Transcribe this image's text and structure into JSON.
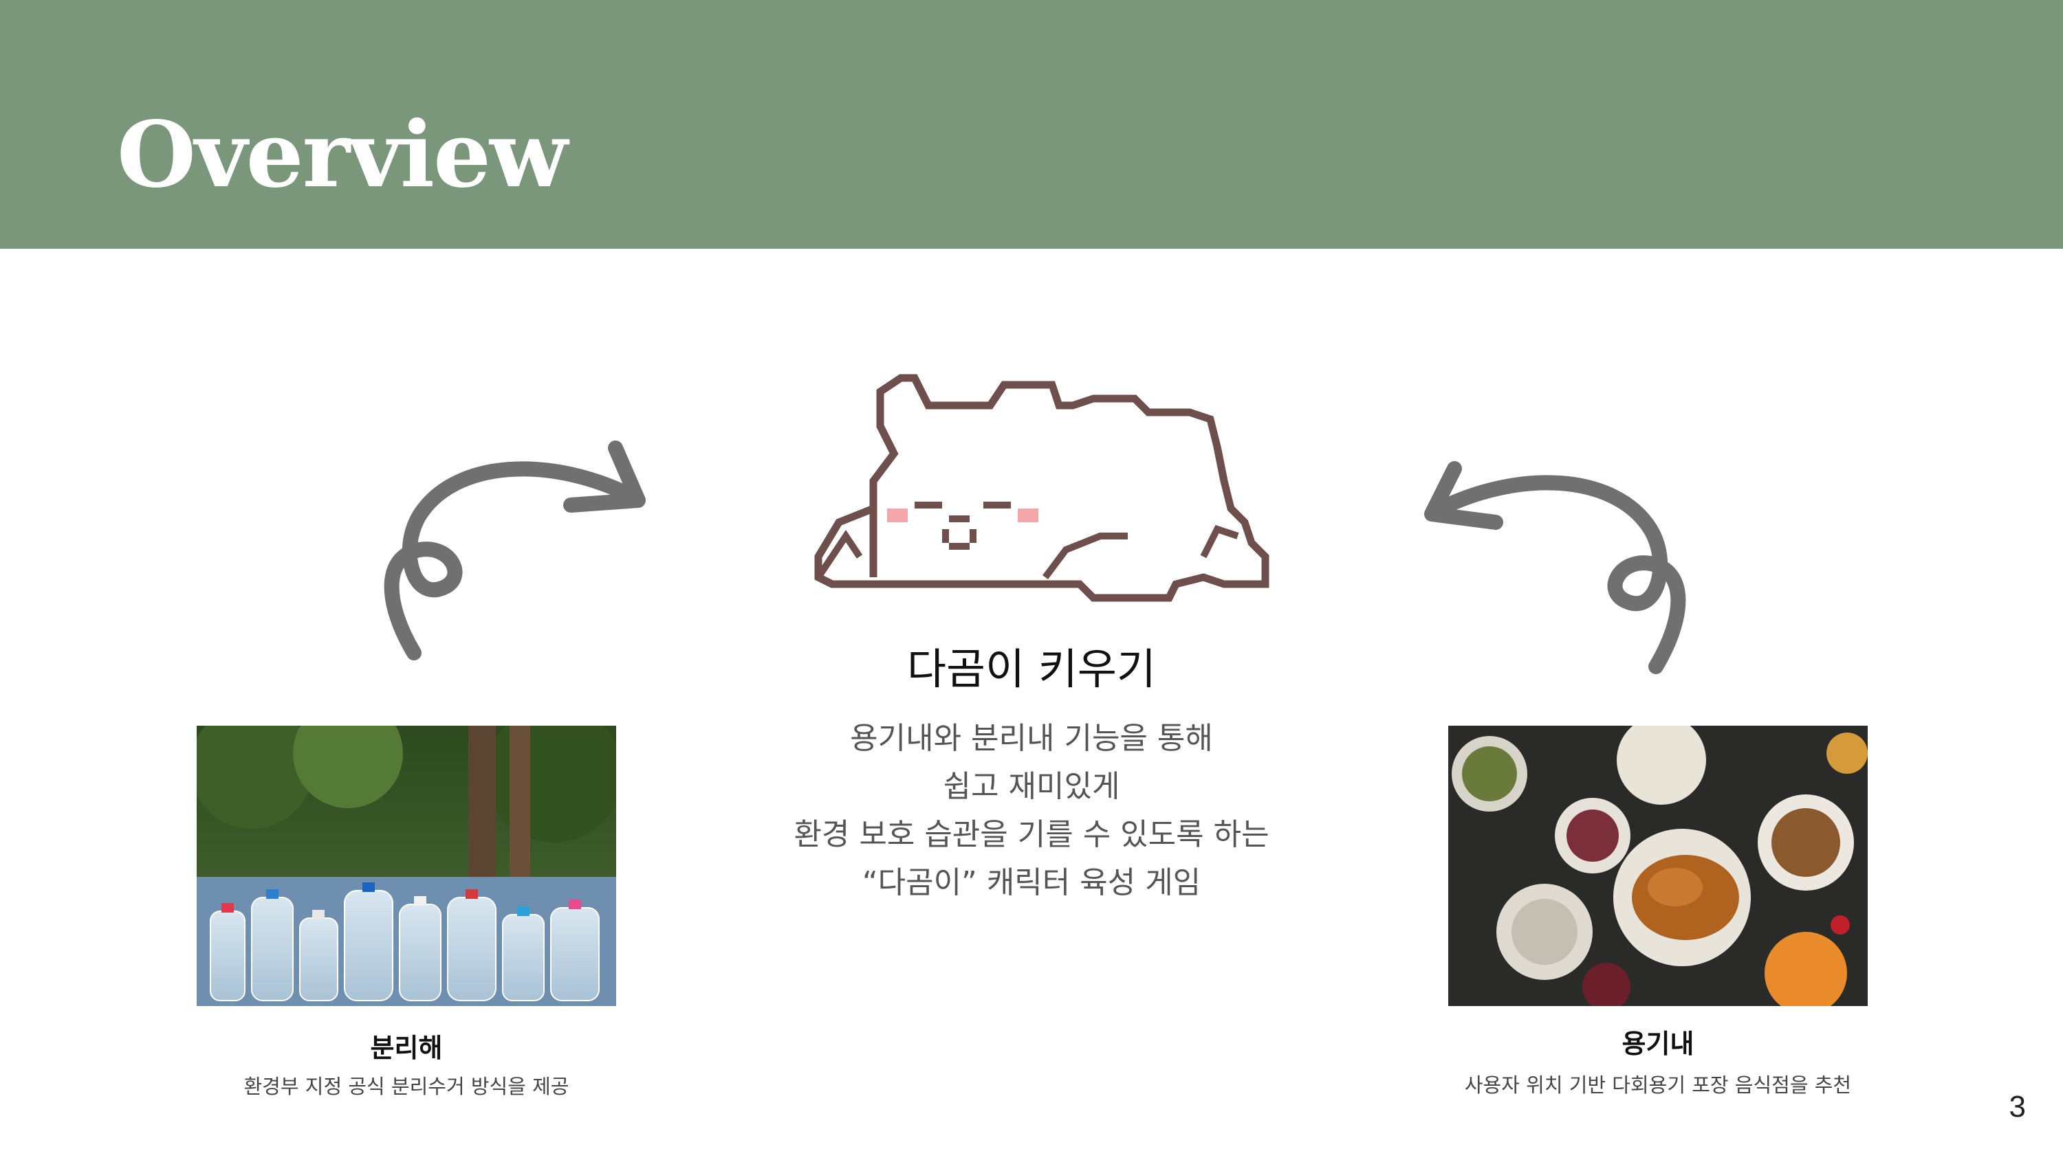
{
  "header": {
    "title": "Overview"
  },
  "center": {
    "title": "다곰이 키우기",
    "desc_lines": [
      "용기내와 분리내 기능을 통해",
      "쉽고 재미있게",
      "환경 보호 습관을 기를 수 있도록 하는",
      "“다곰이” 캐릭터 육성 게임"
    ]
  },
  "left": {
    "title": "분리해",
    "desc": "환경부 지정 공식 분리수거 방식을 제공"
  },
  "right": {
    "title": "용기내",
    "desc": "사용자 위치 기반 다회용기 포장 음식점을 추천"
  },
  "page_number": "3",
  "colors": {
    "header_bg": "#7a977b",
    "arrow": "#707070",
    "bear_outline": "#6e4f4c",
    "cheek": "#f4a7a9"
  }
}
